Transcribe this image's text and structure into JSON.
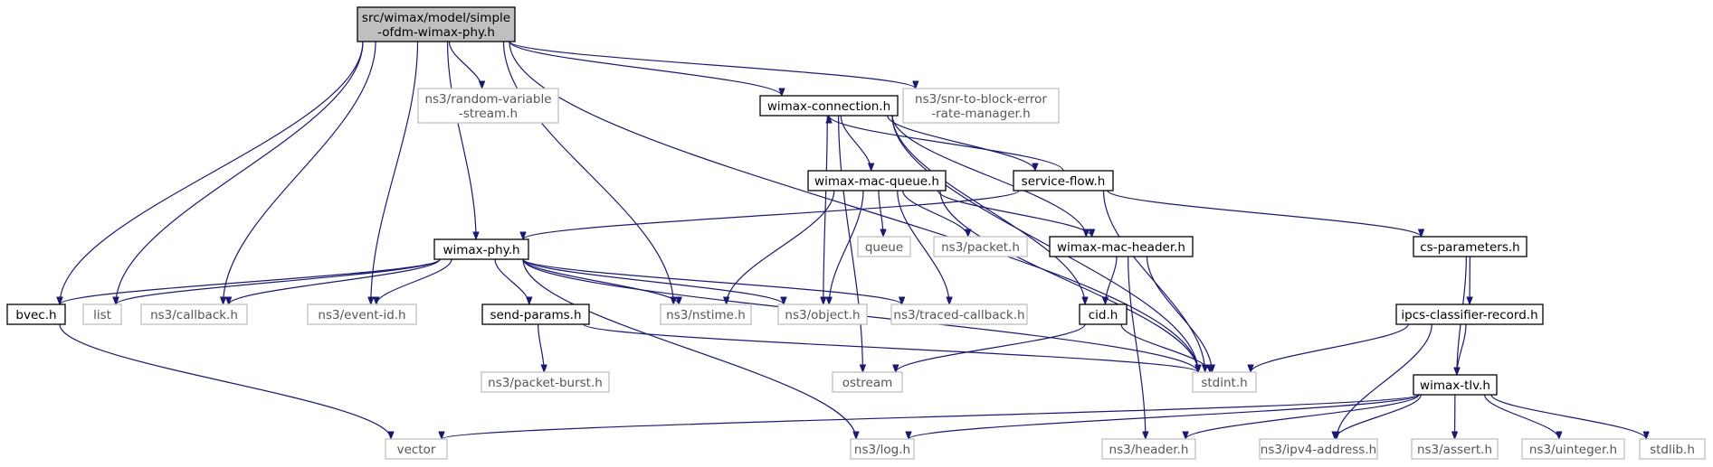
{
  "colors": {
    "edge": "#191970",
    "root_fill": "#bfbfbf",
    "documented_border": "#000000",
    "external_border": "#bfbfbf",
    "external_text": "#555555"
  },
  "nodes": [
    {
      "id": "root",
      "lines": [
        "src/wimax/model/simple",
        "-ofdm-wimax-phy.h"
      ],
      "kind": "root"
    },
    {
      "id": "random",
      "lines": [
        "ns3/random-variable",
        "-stream.h"
      ],
      "kind": "external"
    },
    {
      "id": "snr",
      "lines": [
        "ns3/snr-to-block-error",
        "-rate-manager.h"
      ],
      "kind": "external"
    },
    {
      "id": "conn",
      "lines": [
        "wimax-connection.h"
      ],
      "kind": "documented"
    },
    {
      "id": "macq",
      "lines": [
        "wimax-mac-queue.h"
      ],
      "kind": "documented"
    },
    {
      "id": "sflow",
      "lines": [
        "service-flow.h"
      ],
      "kind": "documented"
    },
    {
      "id": "phy",
      "lines": [
        "wimax-phy.h"
      ],
      "kind": "documented"
    },
    {
      "id": "queue",
      "lines": [
        "queue"
      ],
      "kind": "external"
    },
    {
      "id": "packet",
      "lines": [
        "ns3/packet.h"
      ],
      "kind": "external"
    },
    {
      "id": "machdr",
      "lines": [
        "wimax-mac-header.h"
      ],
      "kind": "documented"
    },
    {
      "id": "csparam",
      "lines": [
        "cs-parameters.h"
      ],
      "kind": "documented"
    },
    {
      "id": "bvec",
      "lines": [
        "bvec.h"
      ],
      "kind": "documented"
    },
    {
      "id": "list",
      "lines": [
        "list"
      ],
      "kind": "external"
    },
    {
      "id": "callback",
      "lines": [
        "ns3/callback.h"
      ],
      "kind": "external"
    },
    {
      "id": "eventid",
      "lines": [
        "ns3/event-id.h"
      ],
      "kind": "external"
    },
    {
      "id": "sendparams",
      "lines": [
        "send-params.h"
      ],
      "kind": "documented"
    },
    {
      "id": "nstime",
      "lines": [
        "ns3/nstime.h"
      ],
      "kind": "external"
    },
    {
      "id": "object",
      "lines": [
        "ns3/object.h"
      ],
      "kind": "external"
    },
    {
      "id": "traced",
      "lines": [
        "ns3/traced-callback.h"
      ],
      "kind": "external"
    },
    {
      "id": "cid",
      "lines": [
        "cid.h"
      ],
      "kind": "documented"
    },
    {
      "id": "ipcs",
      "lines": [
        "ipcs-classifier-record.h"
      ],
      "kind": "documented"
    },
    {
      "id": "pburst",
      "lines": [
        "ns3/packet-burst.h"
      ],
      "kind": "external"
    },
    {
      "id": "ostream",
      "lines": [
        "ostream"
      ],
      "kind": "external"
    },
    {
      "id": "stdint",
      "lines": [
        "stdint.h"
      ],
      "kind": "external"
    },
    {
      "id": "tlv",
      "lines": [
        "wimax-tlv.h"
      ],
      "kind": "documented"
    },
    {
      "id": "vector",
      "lines": [
        "vector"
      ],
      "kind": "external"
    },
    {
      "id": "log",
      "lines": [
        "ns3/log.h"
      ],
      "kind": "external"
    },
    {
      "id": "header",
      "lines": [
        "ns3/header.h"
      ],
      "kind": "external"
    },
    {
      "id": "ipv4",
      "lines": [
        "ns3/ipv4-address.h"
      ],
      "kind": "external"
    },
    {
      "id": "assert",
      "lines": [
        "ns3/assert.h"
      ],
      "kind": "external"
    },
    {
      "id": "uinteger",
      "lines": [
        "ns3/uinteger.h"
      ],
      "kind": "external"
    },
    {
      "id": "stdlib",
      "lines": [
        "stdlib.h"
      ],
      "kind": "external"
    }
  ],
  "edges": [
    [
      "root",
      "bvec"
    ],
    [
      "root",
      "list"
    ],
    [
      "root",
      "callback"
    ],
    [
      "root",
      "eventid"
    ],
    [
      "root",
      "phy"
    ],
    [
      "root",
      "random"
    ],
    [
      "root",
      "nstime"
    ],
    [
      "root",
      "conn"
    ],
    [
      "root",
      "snr"
    ],
    [
      "root",
      "stdint"
    ],
    [
      "conn",
      "ostream"
    ],
    [
      "conn",
      "object"
    ],
    [
      "conn",
      "macq"
    ],
    [
      "conn",
      "sflow"
    ],
    [
      "conn",
      "machdr"
    ],
    [
      "conn",
      "cid"
    ],
    [
      "conn",
      "stdint"
    ],
    [
      "sflow",
      "conn"
    ],
    [
      "sflow",
      "phy"
    ],
    [
      "sflow",
      "csparam"
    ],
    [
      "sflow",
      "stdint"
    ],
    [
      "macq",
      "queue"
    ],
    [
      "macq",
      "packet"
    ],
    [
      "macq",
      "machdr"
    ],
    [
      "macq",
      "nstime"
    ],
    [
      "macq",
      "object"
    ],
    [
      "macq",
      "traced"
    ],
    [
      "macq",
      "stdint"
    ],
    [
      "phy",
      "bvec"
    ],
    [
      "phy",
      "list"
    ],
    [
      "phy",
      "callback"
    ],
    [
      "phy",
      "eventid"
    ],
    [
      "phy",
      "sendparams"
    ],
    [
      "phy",
      "nstime"
    ],
    [
      "phy",
      "object"
    ],
    [
      "phy",
      "traced"
    ],
    [
      "phy",
      "stdint"
    ],
    [
      "phy",
      "log"
    ],
    [
      "bvec",
      "vector"
    ],
    [
      "sendparams",
      "pburst"
    ],
    [
      "sendparams",
      "stdint"
    ],
    [
      "machdr",
      "cid"
    ],
    [
      "machdr",
      "header"
    ],
    [
      "machdr",
      "stdint"
    ],
    [
      "cid",
      "ostream"
    ],
    [
      "cid",
      "stdint"
    ],
    [
      "csparam",
      "ipcs"
    ],
    [
      "csparam",
      "tlv"
    ],
    [
      "ipcs",
      "tlv"
    ],
    [
      "ipcs",
      "stdint"
    ],
    [
      "ipcs",
      "ipv4"
    ],
    [
      "tlv",
      "vector"
    ],
    [
      "tlv",
      "log"
    ],
    [
      "tlv",
      "header"
    ],
    [
      "tlv",
      "ipv4"
    ],
    [
      "tlv",
      "assert"
    ],
    [
      "tlv",
      "uinteger"
    ],
    [
      "tlv",
      "stdlib"
    ]
  ]
}
